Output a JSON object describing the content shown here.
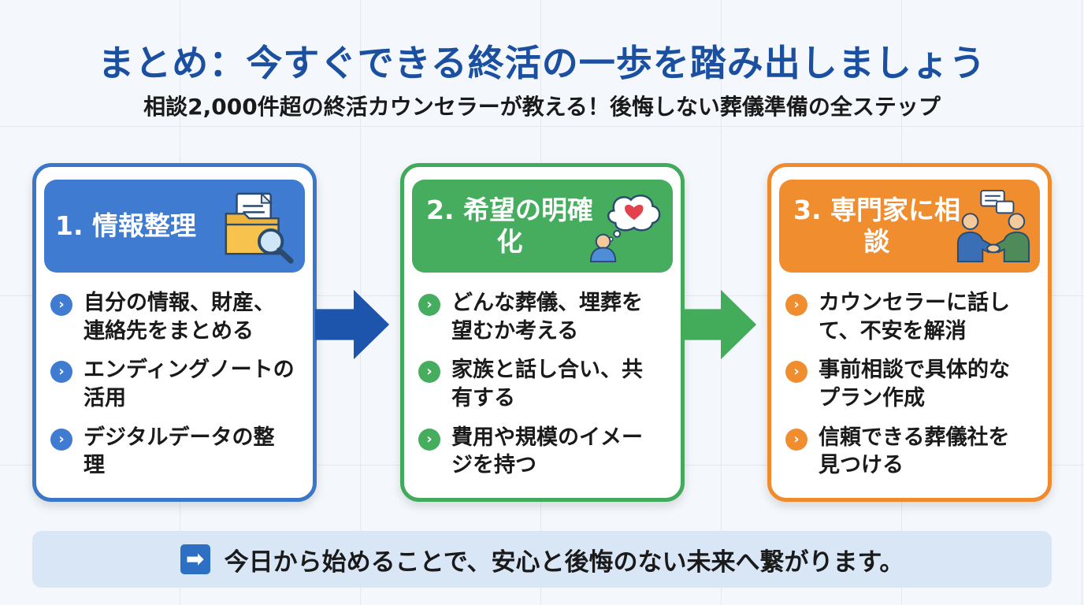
{
  "header": {
    "title": "まとめ：今すぐできる終活の一歩を踏み出しましょう",
    "subtitle": "相談2,000件超の終活カウンセラーが教える！後悔しない葬儀準備の全ステップ"
  },
  "steps": [
    {
      "title": "1. 情報整理",
      "icon": "folder-search-icon",
      "color": "#3e7bd1",
      "items": [
        "自分の情報、財産、連絡先をまとめる",
        "エンディングノートの活用",
        "デジタルデータの整理"
      ]
    },
    {
      "title": "2. 希望の明確化",
      "icon": "thought-heart-icon",
      "color": "#45ad5d",
      "items": [
        "どんな葬儀、埋葬を望むか考える",
        "家族と話し合い、共有する",
        "費用や規模のイメージを持つ"
      ]
    },
    {
      "title": "3. 専門家に相談",
      "icon": "handshake-consult-icon",
      "color": "#ef8d2f",
      "items": [
        "カウンセラーに話して、不安を解消",
        "事前相談で具体的なプラン作成",
        "信頼できる葬儀社を見つける"
      ]
    }
  ],
  "footer": {
    "icon": "right-arrow-icon",
    "message": "今日から始めることで、安心と後悔のない未来へ繋がります。"
  }
}
